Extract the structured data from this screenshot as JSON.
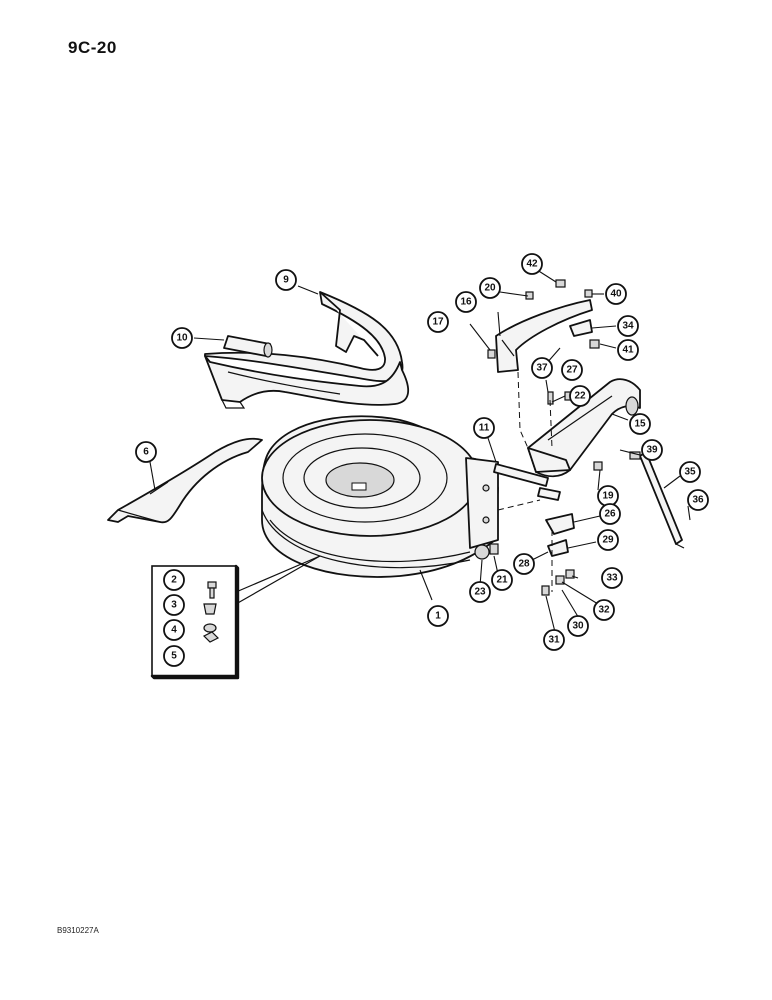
{
  "page_code": "9C-20",
  "figure_code": "B9310227A",
  "callouts": [
    {
      "label": "1"
    },
    {
      "label": "2"
    },
    {
      "label": "3"
    },
    {
      "label": "4"
    },
    {
      "label": "5"
    },
    {
      "label": "6"
    },
    {
      "label": "9"
    },
    {
      "label": "10"
    },
    {
      "label": "11"
    },
    {
      "label": "15"
    },
    {
      "label": "16"
    },
    {
      "label": "17"
    },
    {
      "label": "19"
    },
    {
      "label": "20"
    },
    {
      "label": "21"
    },
    {
      "label": "22"
    },
    {
      "label": "23"
    },
    {
      "label": "26"
    },
    {
      "label": "27"
    },
    {
      "label": "28"
    },
    {
      "label": "29"
    },
    {
      "label": "30"
    },
    {
      "label": "31"
    },
    {
      "label": "32"
    },
    {
      "label": "33"
    },
    {
      "label": "34"
    },
    {
      "label": "35"
    },
    {
      "label": "36"
    },
    {
      "label": "37"
    },
    {
      "label": "39"
    },
    {
      "label": "40"
    },
    {
      "label": "41"
    },
    {
      "label": "42"
    }
  ]
}
